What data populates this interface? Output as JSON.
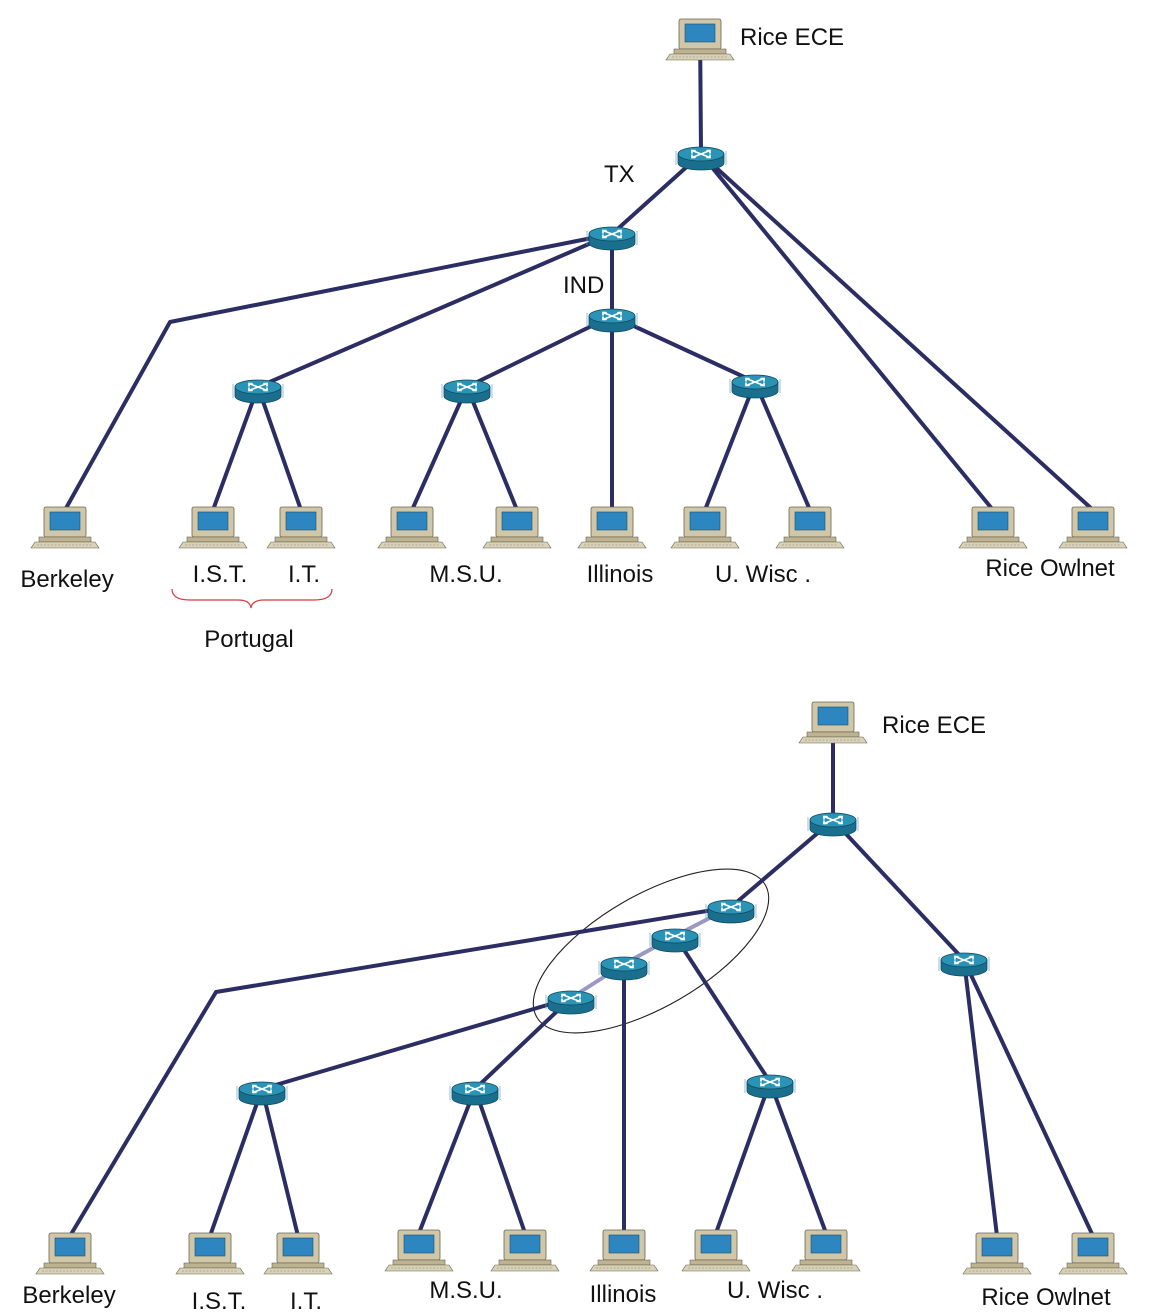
{
  "colors": {
    "link": "#2b2d63",
    "backbone": "#9a98c4",
    "router_top": "#2a93b6",
    "router_side": "#1a6f8e",
    "router_arrow": "#ffffff",
    "pc_body": "#cfc7a8",
    "pc_screen": "#2e86c1",
    "pc_base": "#bdb391",
    "brace": "#d63a3a",
    "ellipse": "#222222"
  },
  "diagrams": [
    {
      "routers": [
        {
          "id": "r_top"
        },
        {
          "id": "r_tx"
        },
        {
          "id": "r_ind"
        },
        {
          "id": "r_portugal"
        },
        {
          "id": "r_msu"
        },
        {
          "id": "r_wisc"
        }
      ],
      "hosts": [
        {
          "id": "h_rice_ece",
          "label": "Rice  ECE"
        },
        {
          "id": "h_berkeley",
          "label": "Berkeley"
        },
        {
          "id": "h_ist",
          "label": "I.S.T."
        },
        {
          "id": "h_it",
          "label": "I.T."
        },
        {
          "id": "h_msu1",
          "label": ""
        },
        {
          "id": "h_msu2",
          "label": ""
        },
        {
          "id": "h_illinois",
          "label": "Illinois"
        },
        {
          "id": "h_wisc1",
          "label": ""
        },
        {
          "id": "h_wisc2",
          "label": ""
        },
        {
          "id": "h_owl1",
          "label": ""
        },
        {
          "id": "h_owl2",
          "label": ""
        }
      ],
      "texts": [
        {
          "id": "t_tx",
          "text": "TX"
        },
        {
          "id": "t_ind",
          "text": "IND"
        },
        {
          "id": "t_msu",
          "text": "M.S.U."
        },
        {
          "id": "t_wisc",
          "text": "U.  Wisc ."
        },
        {
          "id": "t_owlnet",
          "text": "Rice  Owlnet"
        },
        {
          "id": "t_portugal",
          "text": "Portugal"
        }
      ],
      "links": [
        [
          "h_rice_ece",
          "r_top"
        ],
        [
          "r_top",
          "r_tx"
        ],
        [
          "r_top",
          "h_owl1"
        ],
        [
          "r_top",
          "h_owl2"
        ],
        [
          "r_tx",
          "r_ind"
        ],
        [
          "r_tx",
          "h_berkeley"
        ],
        [
          "r_tx",
          "r_portugal"
        ],
        [
          "r_ind",
          "r_msu"
        ],
        [
          "r_ind",
          "h_illinois"
        ],
        [
          "r_ind",
          "r_wisc"
        ],
        [
          "r_portugal",
          "h_ist"
        ],
        [
          "r_portugal",
          "h_it"
        ],
        [
          "r_msu",
          "h_msu1"
        ],
        [
          "r_msu",
          "h_msu2"
        ],
        [
          "r_wisc",
          "h_wisc1"
        ],
        [
          "r_wisc",
          "h_wisc2"
        ]
      ]
    },
    {
      "routers": [
        {
          "id": "r_top"
        },
        {
          "id": "r_b1"
        },
        {
          "id": "r_b2"
        },
        {
          "id": "r_b3"
        },
        {
          "id": "r_b4"
        },
        {
          "id": "r_owl"
        },
        {
          "id": "r_portugal"
        },
        {
          "id": "r_msu"
        },
        {
          "id": "r_wisc"
        }
      ],
      "hosts": [
        {
          "id": "h_rice_ece",
          "label": "Rice  ECE"
        },
        {
          "id": "h_berkeley",
          "label": "Berkeley"
        },
        {
          "id": "h_ist",
          "label": "I.S.T."
        },
        {
          "id": "h_it",
          "label": "I.T."
        },
        {
          "id": "h_msu1",
          "label": ""
        },
        {
          "id": "h_msu2",
          "label": ""
        },
        {
          "id": "h_illinois",
          "label": "Illinois"
        },
        {
          "id": "h_wisc1",
          "label": ""
        },
        {
          "id": "h_wisc2",
          "label": ""
        },
        {
          "id": "h_owl1",
          "label": ""
        },
        {
          "id": "h_owl2",
          "label": ""
        }
      ],
      "texts": [
        {
          "id": "t_msu",
          "text": "M.S.U."
        },
        {
          "id": "t_wisc",
          "text": "U.  Wisc ."
        },
        {
          "id": "t_owlnet",
          "text": "Rice  Owlnet"
        }
      ],
      "links": [
        [
          "h_rice_ece",
          "r_top"
        ],
        [
          "r_top",
          "r_b1"
        ],
        [
          "r_top",
          "r_owl"
        ],
        [
          "r_owl",
          "h_owl1"
        ],
        [
          "r_owl",
          "h_owl2"
        ],
        [
          "r_b1",
          "h_berkeley"
        ],
        [
          "r_b4",
          "r_portugal"
        ],
        [
          "r_b4",
          "r_msu"
        ],
        [
          "r_b3",
          "h_illinois"
        ],
        [
          "r_b2",
          "r_wisc"
        ],
        [
          "r_portugal",
          "h_ist"
        ],
        [
          "r_portugal",
          "h_it"
        ],
        [
          "r_msu",
          "h_msu1"
        ],
        [
          "r_msu",
          "h_msu2"
        ],
        [
          "r_wisc",
          "h_wisc1"
        ],
        [
          "r_wisc",
          "h_wisc2"
        ]
      ],
      "backbone_links": [
        [
          "r_b1",
          "r_b2"
        ],
        [
          "r_b2",
          "r_b3"
        ],
        [
          "r_b3",
          "r_b4"
        ]
      ]
    }
  ]
}
